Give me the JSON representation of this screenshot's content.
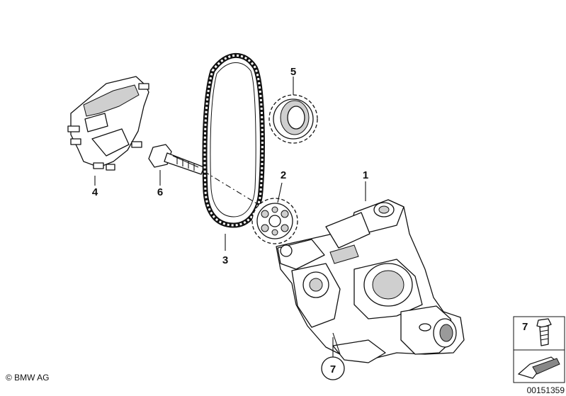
{
  "callouts": {
    "p1": "1",
    "p2": "2",
    "p3": "3",
    "p4": "4",
    "p5": "5",
    "p6": "6",
    "p7": "7",
    "legend_7": "7"
  },
  "footer": {
    "copyright": "© BMW AG",
    "diagram_number": "00151359"
  },
  "parts": [
    {
      "id": "1",
      "icon": "oil-pump-icon"
    },
    {
      "id": "2",
      "icon": "drive-sprocket-icon"
    },
    {
      "id": "3",
      "icon": "roller-chain-icon"
    },
    {
      "id": "4",
      "icon": "chain-guide-cover-icon"
    },
    {
      "id": "5",
      "icon": "crank-sprocket-icon"
    },
    {
      "id": "6",
      "icon": "hex-bolt-icon"
    },
    {
      "id": "7",
      "icon": "flange-bolt-icon"
    }
  ]
}
